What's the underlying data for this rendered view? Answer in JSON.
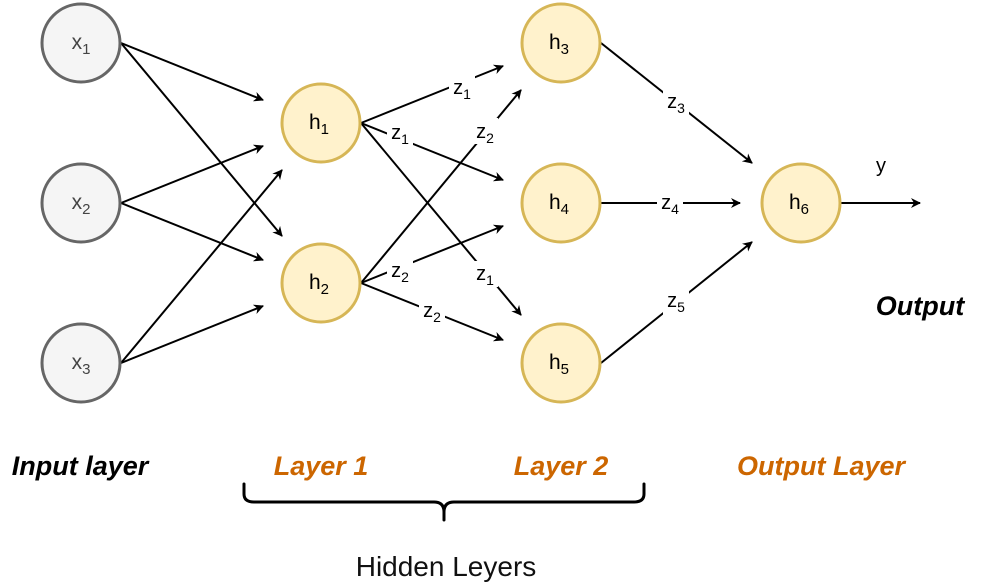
{
  "colors": {
    "input_fill": "#f5f5f5",
    "input_stroke": "#666666",
    "hidden_fill": "#fff2cc",
    "hidden_stroke": "#d6b656",
    "accent_text": "#cc6600",
    "edge": "#000000"
  },
  "nodes": {
    "x1": {
      "base": "x",
      "sub": "1"
    },
    "x2": {
      "base": "x",
      "sub": "2"
    },
    "x3": {
      "base": "x",
      "sub": "3"
    },
    "h1": {
      "base": "h",
      "sub": "1"
    },
    "h2": {
      "base": "h",
      "sub": "2"
    },
    "h3": {
      "base": "h",
      "sub": "3"
    },
    "h4": {
      "base": "h",
      "sub": "4"
    },
    "h5": {
      "base": "h",
      "sub": "5"
    },
    "h6": {
      "base": "h",
      "sub": "6"
    }
  },
  "edge_labels": {
    "h1_h3": {
      "base": "z",
      "sub": "1"
    },
    "h1_h4": {
      "base": "z",
      "sub": "1"
    },
    "h1_h5": {
      "base": "z",
      "sub": "1"
    },
    "h2_h3": {
      "base": "z",
      "sub": "2"
    },
    "h2_h4": {
      "base": "z",
      "sub": "2"
    },
    "h2_h5": {
      "base": "z",
      "sub": "2"
    },
    "h3_h6": {
      "base": "z",
      "sub": "3"
    },
    "h4_h6": {
      "base": "z",
      "sub": "4"
    },
    "h5_h6": {
      "base": "z",
      "sub": "5"
    },
    "output": {
      "base": "y",
      "sub": ""
    }
  },
  "labels": {
    "input_layer": "Input layer",
    "layer1": "Layer 1",
    "layer2": "Layer 2",
    "output_layer": "Output Layer",
    "output": "Output",
    "hidden_layers": "Hidden Leyers"
  }
}
